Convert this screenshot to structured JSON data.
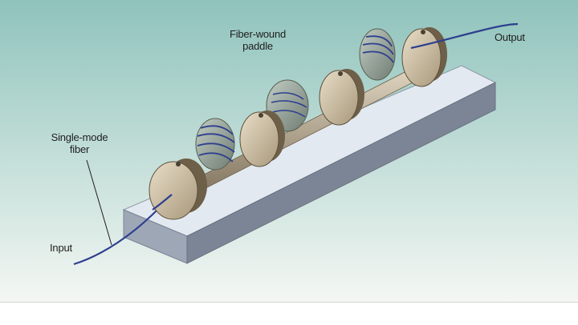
{
  "labels": {
    "paddle_line1": "Fiber-wound",
    "paddle_line2": "paddle",
    "fiber_line1": "Single-mode",
    "fiber_line2": "fiber",
    "input": "Input",
    "output": "Output"
  },
  "colors": {
    "bg_top": "#8fc3bc",
    "bg_bottom": "#f4f7f3",
    "fiber": "#2e3f8f",
    "paddle": "#9aa89e",
    "paddle_edge": "#56604f",
    "housing_light": "#dccfb7",
    "housing_mid": "#ab9b7e",
    "housing_dark": "#6d5f48",
    "base_top": "#e2e9f1",
    "base_front": "#9ea7b6",
    "base_side": "#7c8596"
  }
}
